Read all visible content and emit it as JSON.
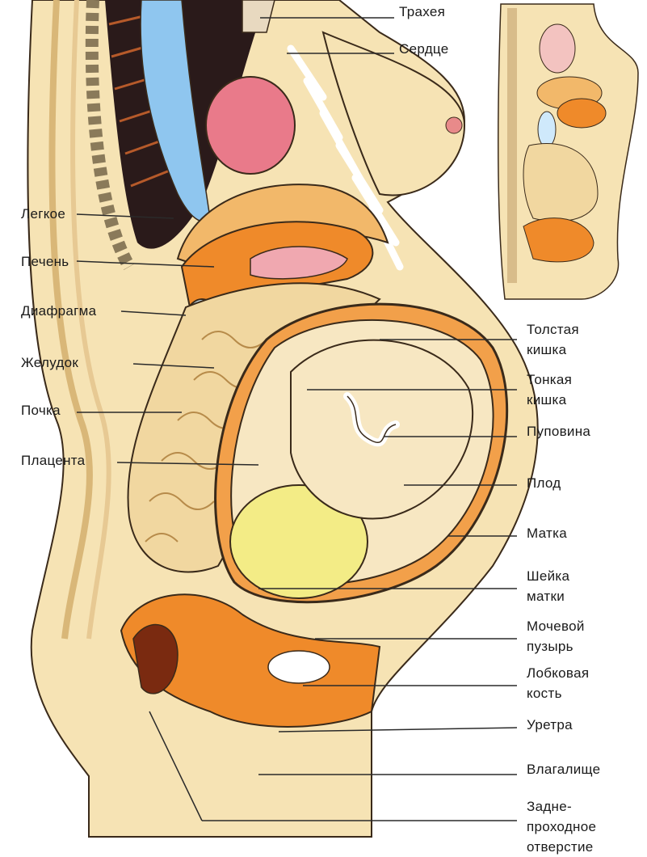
{
  "labels_right": [
    {
      "key": "trachea",
      "text": "Трахея"
    },
    {
      "key": "heart",
      "text": "Сердце"
    },
    {
      "key": "colon",
      "text": "Толстая\nкишка"
    },
    {
      "key": "small_intestine",
      "text": "Тонкая\nкишка"
    },
    {
      "key": "umbilical_cord",
      "text": "Пуповина"
    },
    {
      "key": "fetus",
      "text": "Плод"
    },
    {
      "key": "uterus",
      "text": "Матка"
    },
    {
      "key": "cervix",
      "text": "Шейка\nматки"
    },
    {
      "key": "bladder",
      "text": "Мочевой\nпузырь"
    },
    {
      "key": "pubic_bone",
      "text": "Лобковая\nкость"
    },
    {
      "key": "urethra",
      "text": "Уретра"
    },
    {
      "key": "vagina",
      "text": "Влагалище"
    },
    {
      "key": "anus",
      "text": "Задне-\nпроходное\nотверстие"
    }
  ],
  "labels_left": [
    {
      "key": "lung",
      "text": "Легкое"
    },
    {
      "key": "liver",
      "text": "Печень"
    },
    {
      "key": "diaphragm",
      "text": "Диафрагма"
    },
    {
      "key": "stomach",
      "text": "Желудок"
    },
    {
      "key": "kidney",
      "text": "Почка"
    },
    {
      "key": "placenta",
      "text": "Плацента"
    }
  ],
  "colors": {
    "outline": "#3a2a1a",
    "skin": "#f6e3b4",
    "muscle": "#ef8a2a",
    "liver": "#f3a05a",
    "intestine": "#f1d7a0",
    "fetus": "#f7e7c2",
    "amniotic": "#f3ec86",
    "blue": "#8fc6ef",
    "heart": "#e97a8a",
    "leader": "#2a2a2a"
  }
}
